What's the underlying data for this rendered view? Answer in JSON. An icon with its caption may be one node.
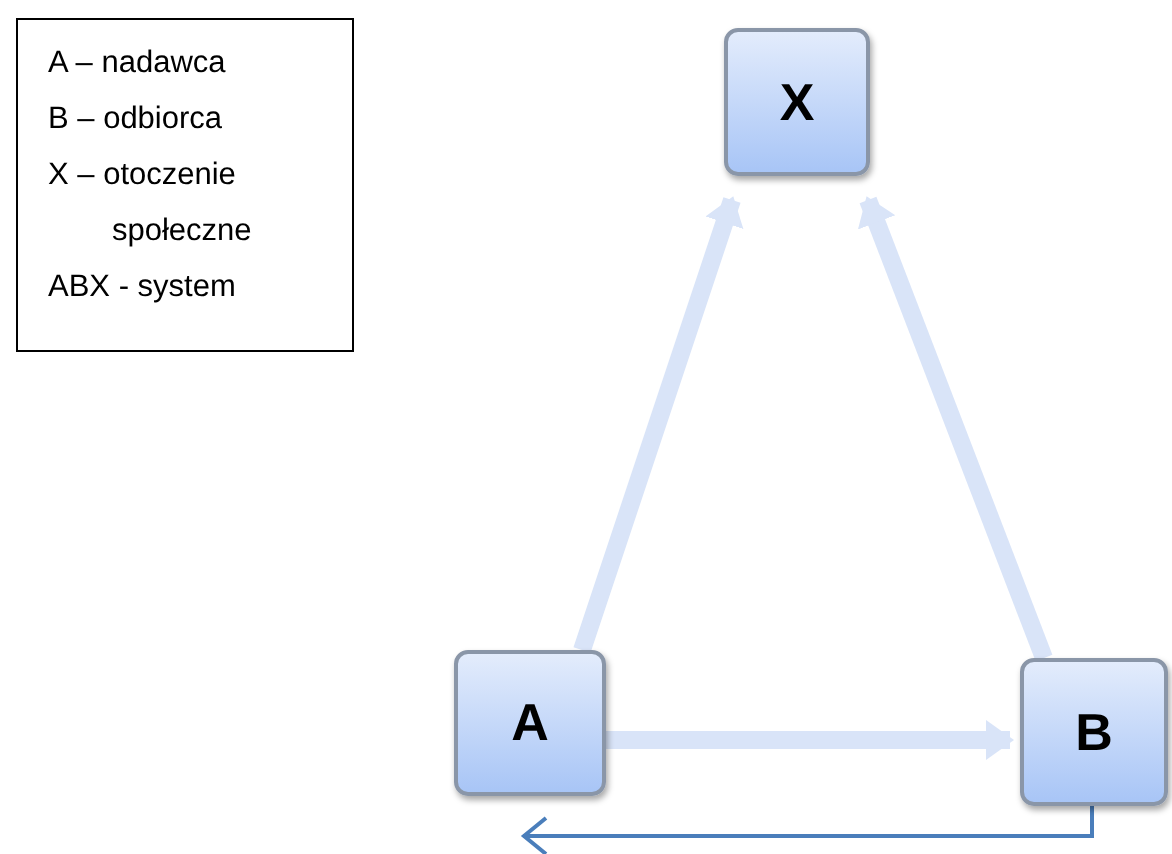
{
  "diagram": {
    "nodes": [
      {
        "text": [
          "X"
        ]
      },
      {
        "text": [
          "A"
        ]
      },
      {
        "text": [
          "B"
        ]
      }
    ],
    "edges": [
      {
        "from": 1,
        "to": 0,
        "arrow": "to"
      },
      {
        "from": 2,
        "to": 0,
        "arrow": "to"
      },
      {
        "from": 1,
        "to": 2,
        "arrow": "to"
      },
      {
        "from": 2,
        "to": 1,
        "arrow": "to",
        "color": "#4a7ebb"
      }
    ],
    "labels": [
      "A – nadawca",
      "B – odbiorca",
      "X – otoczenie społeczne",
      "ABX - system"
    ]
  }
}
